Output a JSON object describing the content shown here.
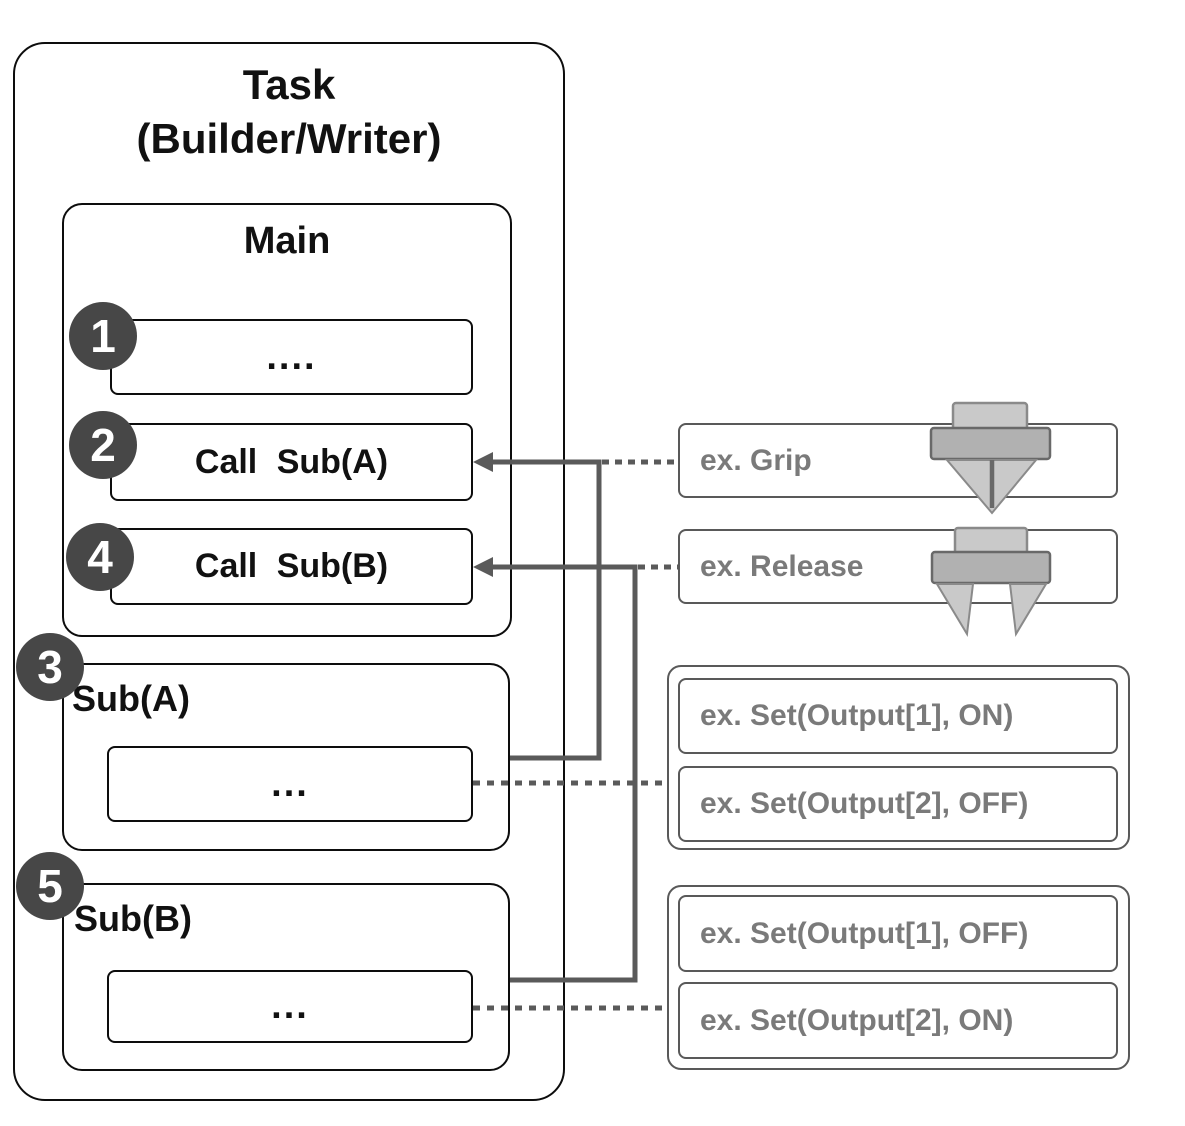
{
  "task": {
    "title_line1": "Task",
    "title_line2": "(Builder/Writer)"
  },
  "main": {
    "label": "Main",
    "steps": [
      {
        "num": "1",
        "text": "...."
      },
      {
        "num": "2",
        "text": "Call Sub(A)"
      },
      {
        "num": "4",
        "text": "Call Sub(B)"
      }
    ]
  },
  "sub_a": {
    "num": "3",
    "label": "Sub(A)",
    "body": "..."
  },
  "sub_b": {
    "num": "5",
    "label": "Sub(B)",
    "body": "..."
  },
  "examples": {
    "grip": "ex. Grip",
    "release": "ex. Release",
    "group_a": [
      "ex. Set(Output[1], ON)",
      "ex. Set(Output[2], OFF)"
    ],
    "group_b": [
      "ex. Set(Output[1], OFF)",
      "ex. Set(Output[2], ON)"
    ]
  },
  "icons": {
    "grip": "gripper-closed-icon",
    "release": "gripper-open-icon"
  },
  "colors": {
    "connector": "#5a5a5a",
    "badge": "#474747",
    "box-border": "#0d0d0d",
    "example-border": "#595959",
    "example-text": "#7a7a7a",
    "gripper-light": "#c9c9c9",
    "gripper-mid": "#b1b1b1",
    "gripper-stroke": "#8a8a8a",
    "gripper-dark": "#696969"
  }
}
